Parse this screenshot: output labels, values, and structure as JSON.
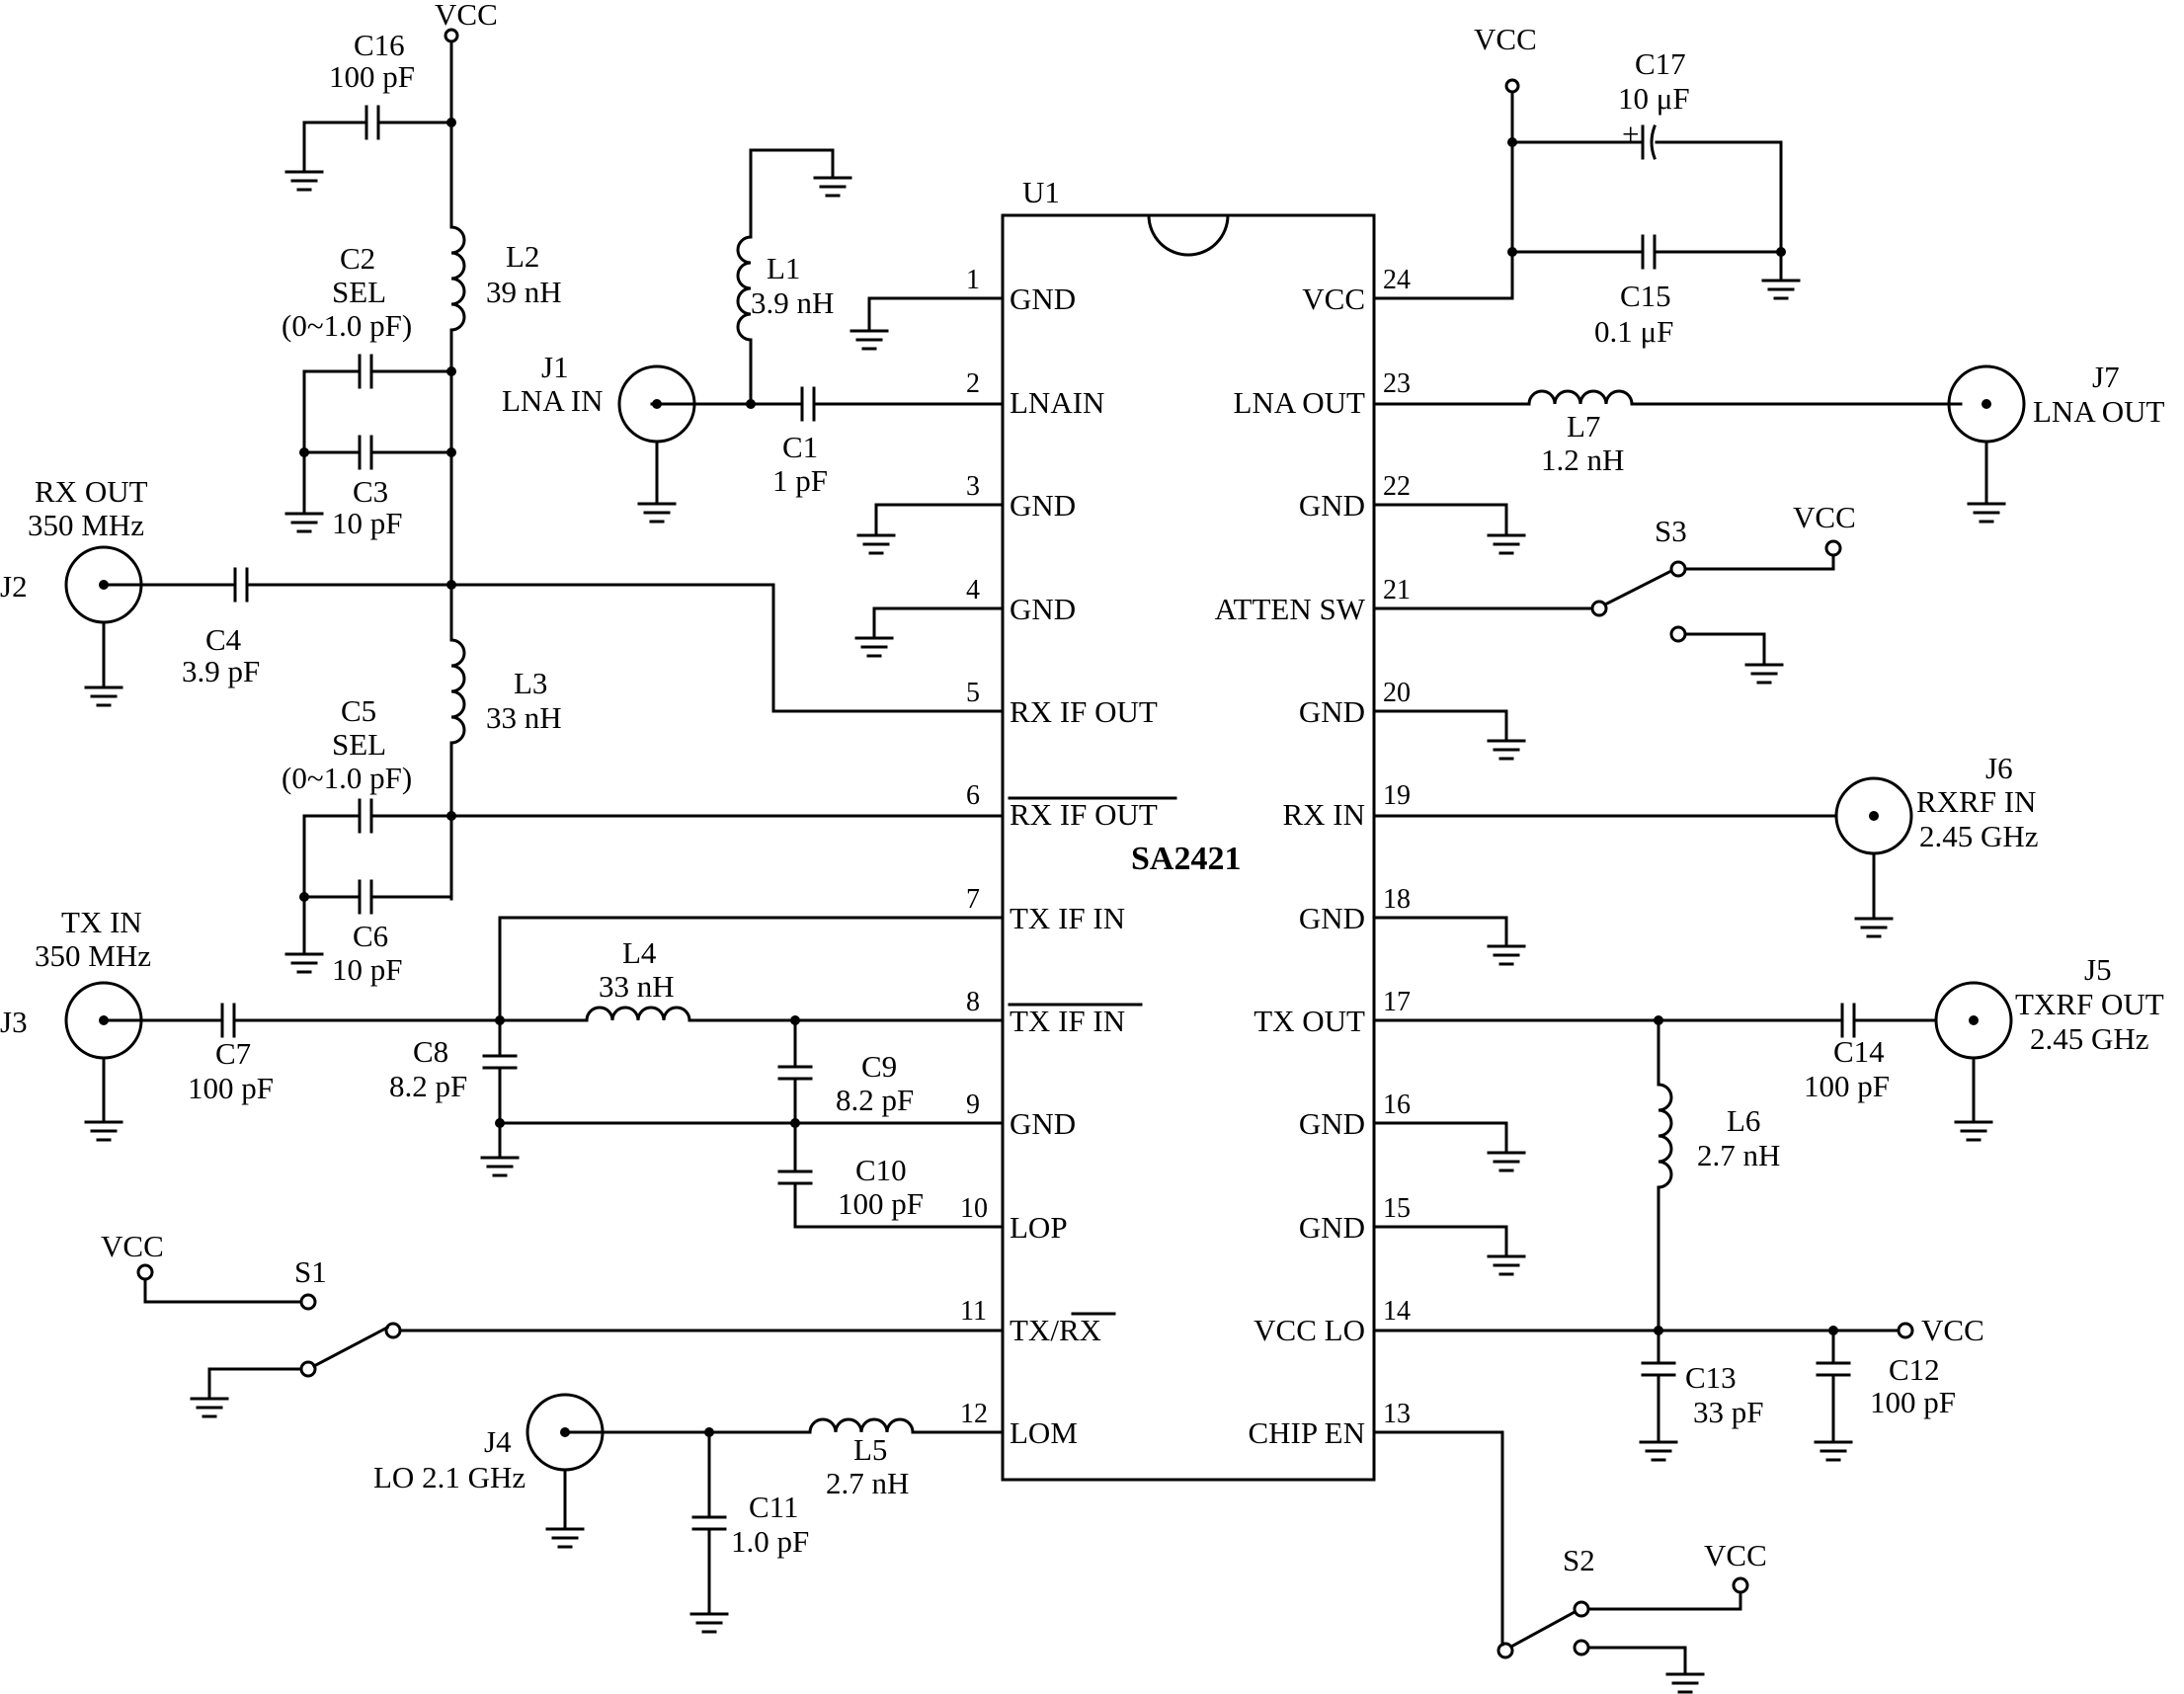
{
  "ic": {
    "ref": "U1",
    "part": "SA2421"
  },
  "vcc": "VCC",
  "pins_left": [
    {
      "num": "1",
      "name": "GND"
    },
    {
      "num": "2",
      "name": "LNAIN"
    },
    {
      "num": "3",
      "name": "GND"
    },
    {
      "num": "4",
      "name": "GND"
    },
    {
      "num": "5",
      "name": "RX IF OUT"
    },
    {
      "num": "6",
      "name": "RX IF OUT"
    },
    {
      "num": "7",
      "name": "TX IF IN"
    },
    {
      "num": "8",
      "name": "TX IF IN"
    },
    {
      "num": "9",
      "name": "GND"
    },
    {
      "num": "10",
      "name": "LOP"
    },
    {
      "num": "11",
      "name": "TX/",
      "name_over": "RX"
    },
    {
      "num": "12",
      "name": "LOM"
    }
  ],
  "pins_right": [
    {
      "num": "24",
      "name": "VCC"
    },
    {
      "num": "23",
      "name": "LNA OUT"
    },
    {
      "num": "22",
      "name": "GND"
    },
    {
      "num": "21",
      "name": "ATTEN SW"
    },
    {
      "num": "20",
      "name": "GND"
    },
    {
      "num": "19",
      "name": "RX IN"
    },
    {
      "num": "18",
      "name": "GND"
    },
    {
      "num": "17",
      "name": "TX OUT"
    },
    {
      "num": "16",
      "name": "GND"
    },
    {
      "num": "15",
      "name": "GND"
    },
    {
      "num": "14",
      "name": "VCC LO"
    },
    {
      "num": "13",
      "name": "CHIP EN"
    }
  ],
  "components": {
    "C16": {
      "ref": "C16",
      "value": "100 pF"
    },
    "L2": {
      "ref": "L2",
      "value": "39 nH"
    },
    "C2": {
      "ref": "C2",
      "line2": "SEL",
      "value": "(0~1.0 pF)"
    },
    "C3": {
      "ref": "C3",
      "value": "10 pF"
    },
    "C4": {
      "ref": "C4",
      "value": "3.9 pF"
    },
    "L3": {
      "ref": "L3",
      "value": "33 nH"
    },
    "C5": {
      "ref": "C5",
      "line2": "SEL",
      "value": "(0~1.0 pF)"
    },
    "C6": {
      "ref": "C6",
      "value": "10 pF"
    },
    "C7": {
      "ref": "C7",
      "value": "100 pF"
    },
    "L4": {
      "ref": "L4",
      "value": "33 nH"
    },
    "C8": {
      "ref": "C8",
      "value": "8.2 pF"
    },
    "C9": {
      "ref": "C9",
      "value": "8.2 pF"
    },
    "C10": {
      "ref": "C10",
      "value": "100 pF"
    },
    "L1": {
      "ref": "L1",
      "value": "3.9 nH"
    },
    "C1": {
      "ref": "C1",
      "value": "1 pF"
    },
    "C11": {
      "ref": "C11",
      "value": "1.0 pF"
    },
    "L5": {
      "ref": "L5",
      "value": "2.7 nH"
    },
    "C17": {
      "ref": "C17",
      "value": "10 μF"
    },
    "C15": {
      "ref": "C15",
      "value": "0.1 μF"
    },
    "L7": {
      "ref": "L7",
      "value": "1.2 nH"
    },
    "L6": {
      "ref": "L6",
      "value": "2.7 nH"
    },
    "C14": {
      "ref": "C14",
      "value": "100 pF"
    },
    "C13": {
      "ref": "C13",
      "value": "33 pF"
    },
    "C12": {
      "ref": "C12",
      "value": "100 pF"
    }
  },
  "connectors": {
    "J1": {
      "ref": "J1",
      "label": "LNA IN"
    },
    "J2": {
      "ref": "J2",
      "label": "RX OUT",
      "freq": "350 MHz"
    },
    "J3": {
      "ref": "J3",
      "label": "TX IN",
      "freq": "350 MHz"
    },
    "J4": {
      "ref": "J4",
      "label": "LO 2.1 GHz"
    },
    "J5": {
      "ref": "J5",
      "label": "TXRF OUT",
      "freq": "2.45 GHz"
    },
    "J6": {
      "ref": "J6",
      "label": "RXRF IN",
      "freq": "2.45 GHz"
    },
    "J7": {
      "ref": "J7",
      "label": "LNA OUT"
    }
  },
  "switches": {
    "S1": "S1",
    "S2": "S2",
    "S3": "S3"
  }
}
